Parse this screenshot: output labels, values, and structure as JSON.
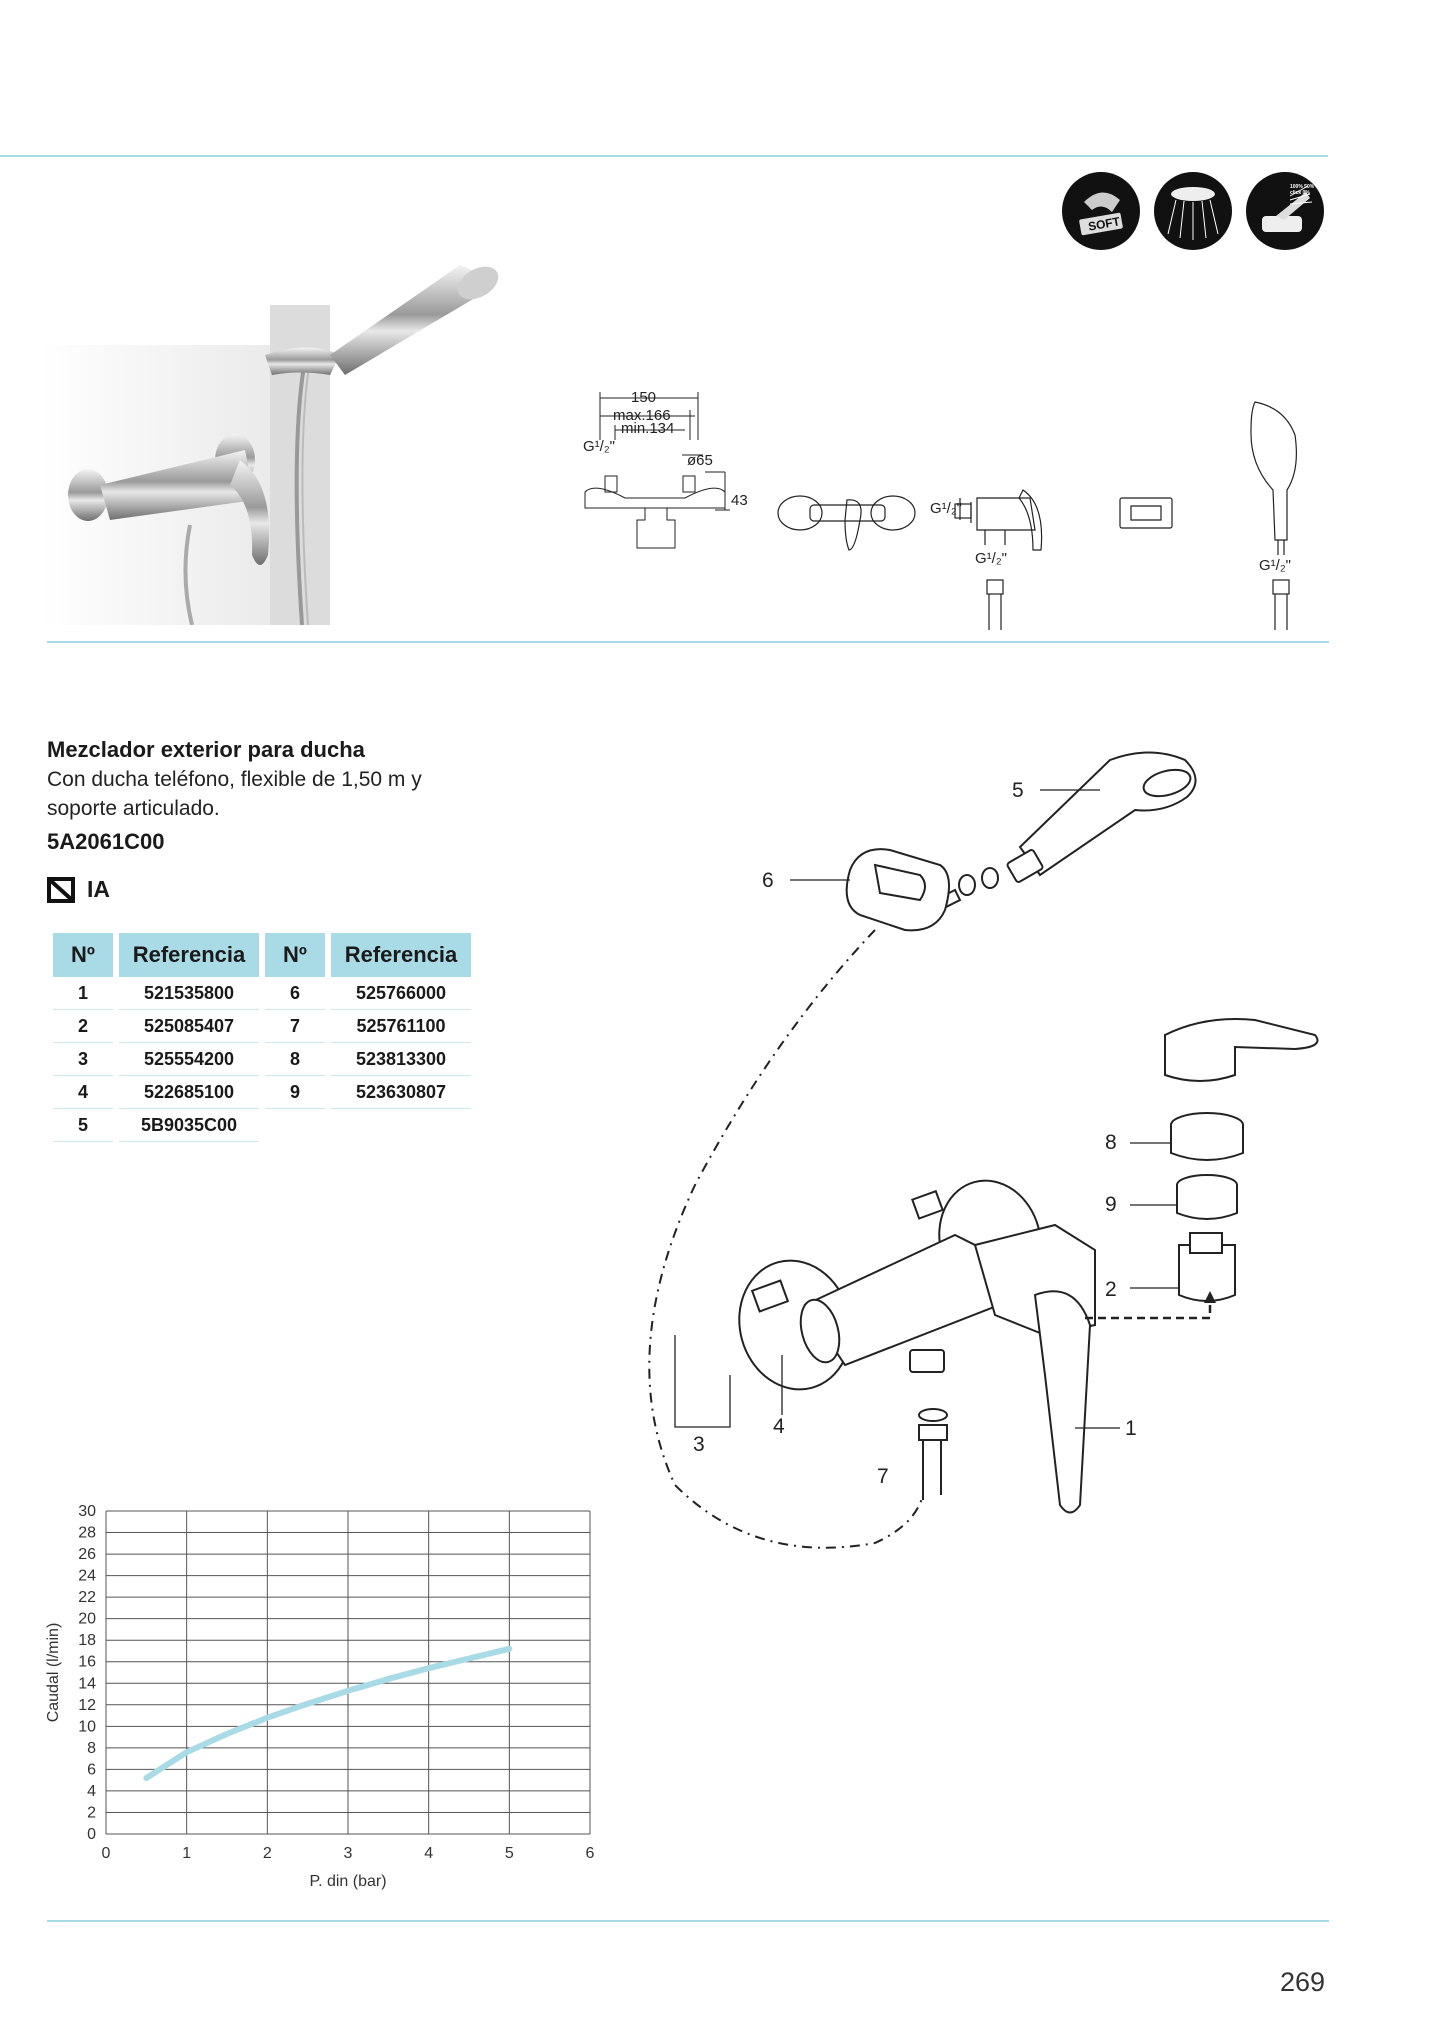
{
  "features": [
    {
      "name": "soft-icon",
      "label": "SOFT"
    },
    {
      "name": "spray-icon",
      "label": ""
    },
    {
      "name": "click-icon",
      "label": "100% 50% click 0%"
    }
  ],
  "product": {
    "title": "Mezclador exterior para ducha",
    "description": "Con ducha teléfono, flexible de 1,50 m y soporte articulado.",
    "code": "5A2061C00",
    "certification": "IA"
  },
  "dimensions": {
    "width": "150",
    "max": "max.166",
    "min": "min.134",
    "thread": "G¹/₂\"",
    "diameter": "ø65",
    "height": "43"
  },
  "table": {
    "headers": [
      "Nº",
      "Referencia",
      "Nº",
      "Referencia"
    ],
    "rows": [
      [
        "1",
        "521535800",
        "6",
        "525766000"
      ],
      [
        "2",
        "525085407",
        "7",
        "525761100"
      ],
      [
        "3",
        "525554200",
        "8",
        "523813300"
      ],
      [
        "4",
        "522685100",
        "9",
        "523630807"
      ],
      [
        "5",
        "5B9035C00",
        "",
        ""
      ]
    ]
  },
  "callouts": [
    "1",
    "2",
    "3",
    "4",
    "5",
    "6",
    "7",
    "8",
    "9"
  ],
  "chart_data": {
    "type": "line",
    "xlabel": "P. din (bar)",
    "ylabel": "Caudal (l/min)",
    "xlim": [
      0,
      6
    ],
    "ylim": [
      0,
      30
    ],
    "xticks": [
      0,
      1,
      2,
      3,
      4,
      5,
      6
    ],
    "yticks": [
      0,
      2,
      4,
      6,
      8,
      10,
      12,
      14,
      16,
      18,
      20,
      22,
      24,
      26,
      28,
      30
    ],
    "grid": true,
    "line_color": "#a9dbe6",
    "series": [
      {
        "x": [
          0.5,
          1,
          1.5,
          2,
          2.5,
          3,
          3.5,
          4,
          4.5,
          5
        ],
        "y": [
          5.2,
          7.6,
          9.3,
          10.8,
          12.1,
          13.3,
          14.4,
          15.4,
          16.3,
          17.2
        ]
      }
    ]
  },
  "page_number": "269"
}
